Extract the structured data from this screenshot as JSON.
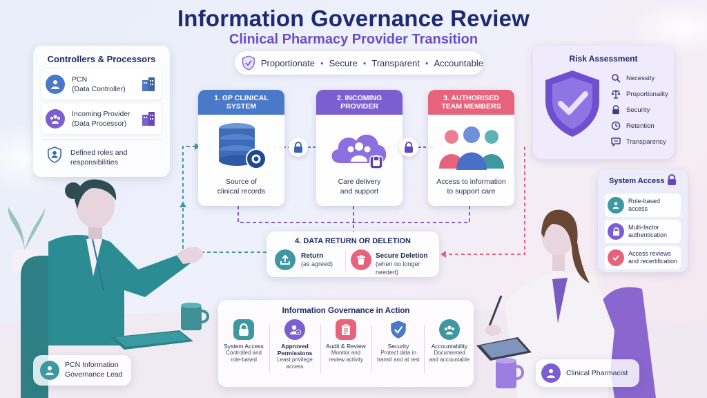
{
  "header": {
    "title": "Information Governance Review",
    "subtitle": "Clinical Pharmacy Provider Transition"
  },
  "principles": [
    "Proportionate",
    "Secure",
    "Transparent",
    "Accountable"
  ],
  "principles_separator": "•",
  "controllers": {
    "title": "Controllers & Processors",
    "items": [
      {
        "name": "PCN",
        "role": "(Data Controller)"
      },
      {
        "name": "Incoming Provider",
        "role": "(Data Processor)"
      }
    ],
    "note_line1": "Defined roles and",
    "note_line2": "responsibilities"
  },
  "stages": [
    {
      "header": "1. GP CLINICAL SYSTEM",
      "caption_line1": "Source of",
      "caption_line2": "clinical records"
    },
    {
      "header": "2. INCOMING PROVIDER",
      "caption_line1": "Care delivery",
      "caption_line2": "and support"
    },
    {
      "header": "3. AUTHORISED TEAM MEMBERS",
      "caption_line1": "Access to information",
      "caption_line2": "to support care"
    }
  ],
  "return_deletion": {
    "title": "4. DATA RETURN OR DELETION",
    "return_label": "Return",
    "return_note": "(as agreed)",
    "deletion_label": "Secure Deletion",
    "deletion_note": "(when no longer needed)"
  },
  "risk": {
    "title": "Risk Assessment",
    "items": [
      "Necessity",
      "Proportionality",
      "Security",
      "Retention",
      "Transparency"
    ]
  },
  "system_access": {
    "title": "System Access",
    "items": [
      {
        "line1": "Role-based",
        "line2": "access"
      },
      {
        "line1": "Multi-factor",
        "line2": "authentication"
      },
      {
        "line1": "Access reviews",
        "line2": "and recertification"
      }
    ]
  },
  "ig_action": {
    "title": "Information Governance in Action",
    "items": [
      {
        "title": "System Access",
        "line1": "Controlled and",
        "line2": "role-based",
        "line3": ""
      },
      {
        "title": "Approved Permissions",
        "line1": "Least privilege",
        "line2": "access",
        "line3": ""
      },
      {
        "title": "Audit & Review",
        "line1": "Monitor and",
        "line2": "review activity",
        "line3": ""
      },
      {
        "title": "Security",
        "line1": "Protect data in",
        "line2": "transit and at rest",
        "line3": ""
      },
      {
        "title": "Accountability",
        "line1": "Documented",
        "line2": "and accountable",
        "line3": ""
      }
    ]
  },
  "people": {
    "left_line1": "PCN Information",
    "left_line2": "Governance Lead",
    "right": "Clinical Pharmacist"
  },
  "colors": {
    "navy": "#1b2a72",
    "purple": "#7b5fd1",
    "blue_header": "#4a79c9",
    "pink_header": "#e7637c",
    "teal": "#3f98a1"
  }
}
